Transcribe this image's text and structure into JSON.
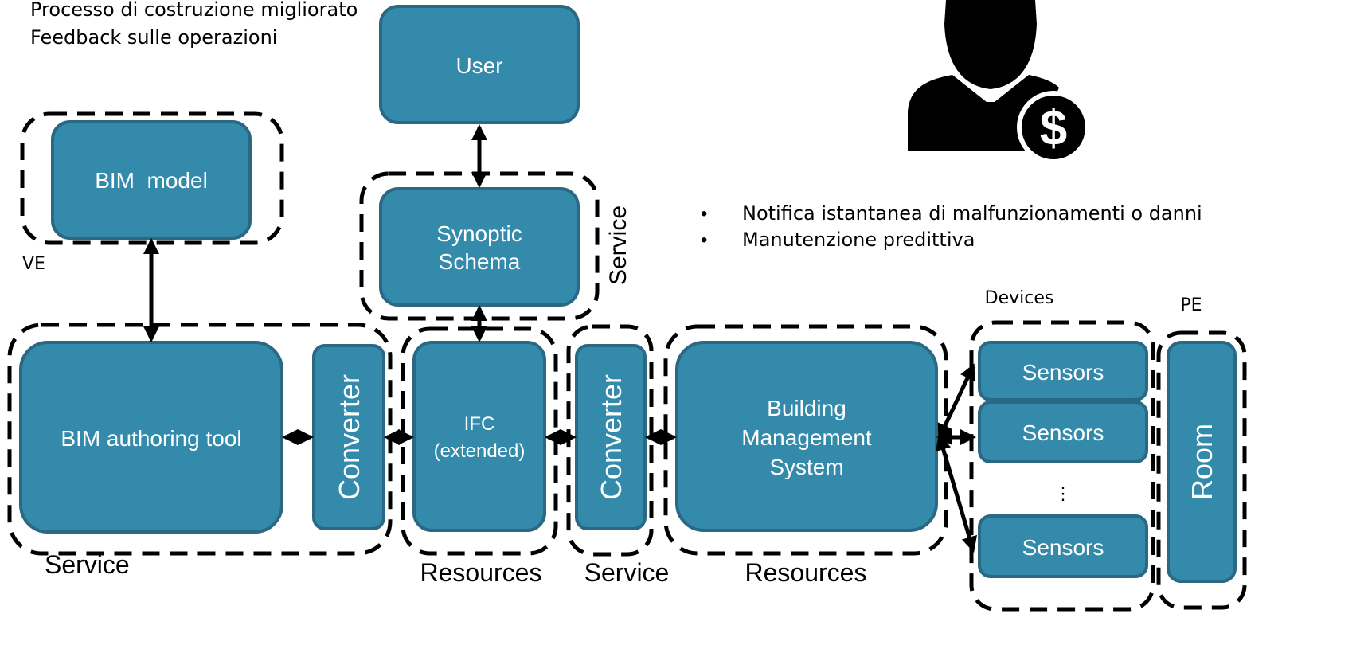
{
  "notes_top": {
    "line1": "Processo di costruzione migliorato",
    "line2": "Feedback sulle operazioni"
  },
  "notes_right": {
    "bullet_symbol": "•",
    "items": [
      "Notifica istantanea di malfunzionamenti o danni",
      "Manutenzione predittiva"
    ]
  },
  "boxes": {
    "user": "User",
    "bim_model": "BIM  model",
    "synoptic_line1": "Synoptic",
    "synoptic_line2": "Schema",
    "bim_authoring": "BIM authoring tool",
    "converter_left": "Converter",
    "ifc_line1": "IFC",
    "ifc_line2": "(extended)",
    "converter_right": "Converter",
    "bms_line1": "Building",
    "bms_line2": "Management",
    "bms_line3": "System",
    "sensors_1": "Sensors",
    "sensors_2": "Sensors",
    "sensors_3": "Sensors",
    "ellipsis": "⋮",
    "room": "Room"
  },
  "group_labels": {
    "ve": "VE",
    "service_top": "Service",
    "service_left": "Service",
    "resources_ifc": "Resources",
    "service_converter": "Service",
    "resources_bms": "Resources",
    "devices": "Devices",
    "pe": "PE"
  },
  "icons": {
    "manager": "businessman-dollar-icon"
  },
  "colors": {
    "box_fill": "#338aab",
    "box_border": "#2a6884",
    "text_on_box": "#ffffff"
  }
}
